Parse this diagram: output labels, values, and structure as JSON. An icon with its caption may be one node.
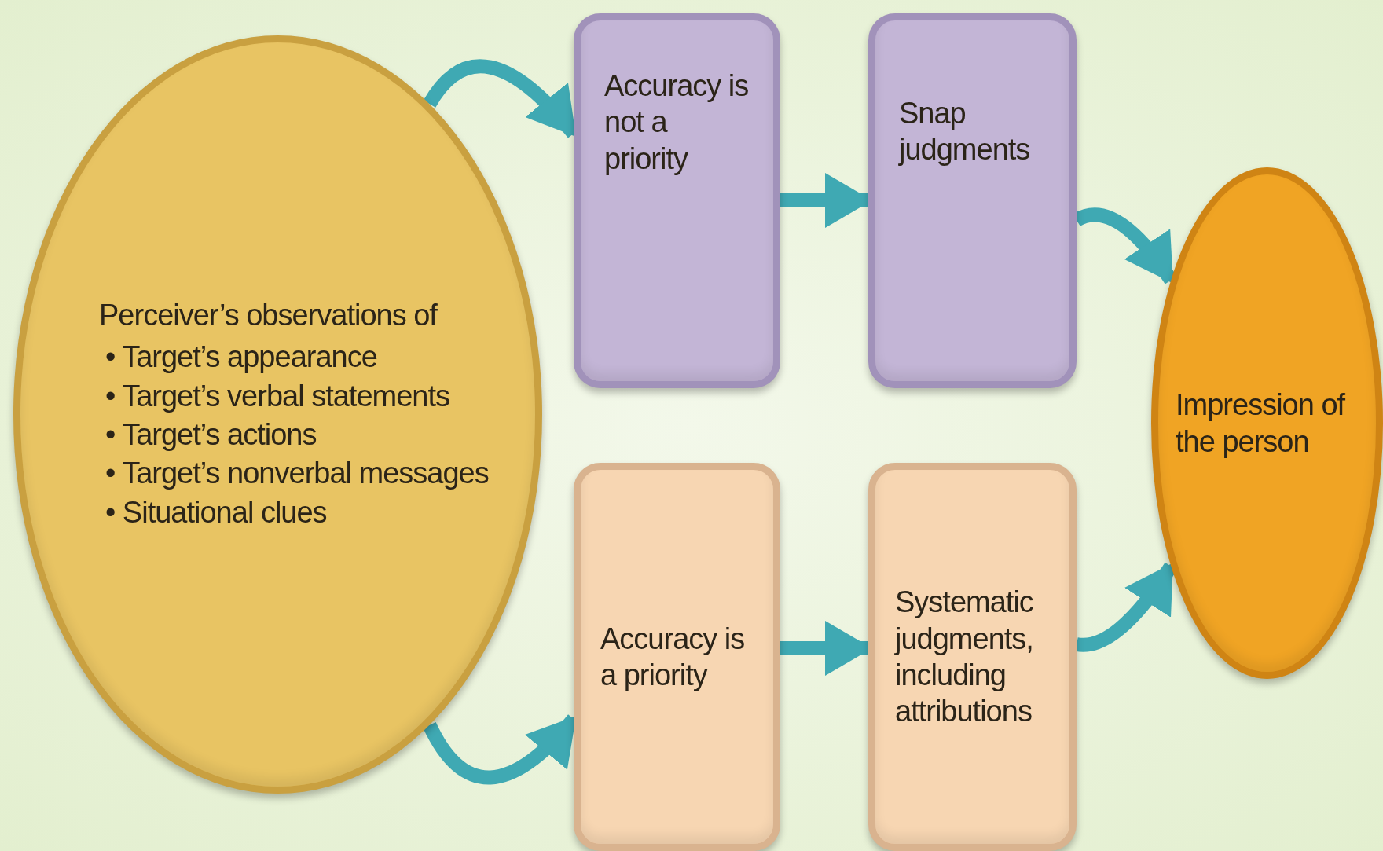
{
  "diagram": {
    "nodes": [
      {
        "text": [
          "Perceiver’s observations of",
          "• Target’s appearance",
          "• Target’s verbal statements",
          "• Target’s actions",
          "• Target’s nonverbal messages",
          "• Situational clues"
        ]
      },
      {
        "text": [
          "Accuracy is not a priority"
        ]
      },
      {
        "text": [
          "Snap judgments"
        ]
      },
      {
        "text": [
          "Accuracy is a priority"
        ]
      },
      {
        "text": [
          "Systematic judgments, including attributions"
        ]
      },
      {
        "text": [
          "Impression of the person"
        ]
      }
    ],
    "edges": [
      {
        "from": 0,
        "to": 1,
        "arrow": "to"
      },
      {
        "from": 0,
        "to": 3,
        "arrow": "to"
      },
      {
        "from": 1,
        "to": 2,
        "arrow": "to"
      },
      {
        "from": 3,
        "to": 4,
        "arrow": "to"
      },
      {
        "from": 2,
        "to": 5,
        "arrow": "to"
      },
      {
        "from": 4,
        "to": 5,
        "arrow": "to"
      }
    ]
  }
}
